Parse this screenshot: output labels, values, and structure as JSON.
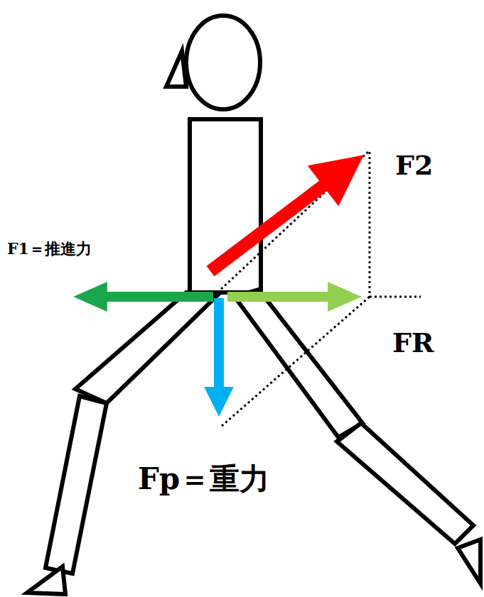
{
  "diagram": {
    "labels": [
      "F2",
      "F1＝推進力",
      "FR",
      "Fp＝重力"
    ]
  }
}
